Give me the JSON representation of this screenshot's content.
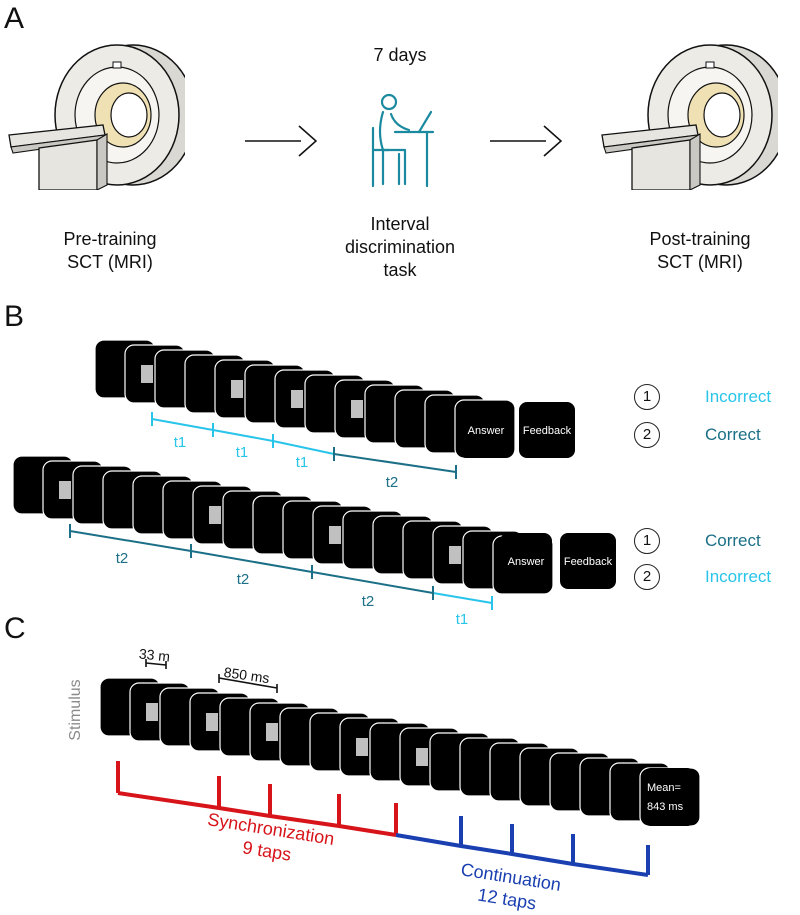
{
  "panels": {
    "a": "A",
    "b": "B",
    "c": "C"
  },
  "panel_a": {
    "duration": "7 days",
    "pre_label_line1": "Pre-training",
    "pre_label_line2": "SCT (MRI)",
    "task_line1": "Interval",
    "task_line2": "discrimination",
    "task_line3": "task",
    "post_label_line1": "Post-training",
    "post_label_line2": "SCT (MRI)"
  },
  "panel_b": {
    "trial1": {
      "answer": "Answer",
      "feedback": "Feedback",
      "intervals": [
        "t1",
        "t1",
        "t1",
        "t2"
      ],
      "options": [
        {
          "number": "1",
          "result": "Incorrect",
          "color": "#29c4ea"
        },
        {
          "number": "2",
          "result": "Correct",
          "color": "#1b6f86"
        }
      ]
    },
    "trial2": {
      "answer": "Answer",
      "feedback": "Feedback",
      "intervals": [
        "t2",
        "t2",
        "t2",
        "t1"
      ],
      "options": [
        {
          "number": "1",
          "result": "Correct",
          "color": "#1b6f86"
        },
        {
          "number": "2",
          "result": "Incorrect",
          "color": "#29c4ea"
        }
      ]
    }
  },
  "panel_c": {
    "stimulus_label": "Stimulus",
    "short_duration": "33 m",
    "interval_duration": "850 ms",
    "mean_label": "Mean=",
    "mean_value": "843 ms",
    "sync_line1": "Synchronization",
    "sync_line2": "9 taps",
    "cont_line1": "Continuation",
    "cont_line2": "12 taps"
  },
  "colors": {
    "t1": "#29c4ea",
    "t2": "#1b6f86",
    "sync": "#d7141a",
    "cont": "#1a3fb0",
    "screen": "#000000",
    "stimulus": "#c0c0c0",
    "teal_icon": "#1b8aa0"
  }
}
